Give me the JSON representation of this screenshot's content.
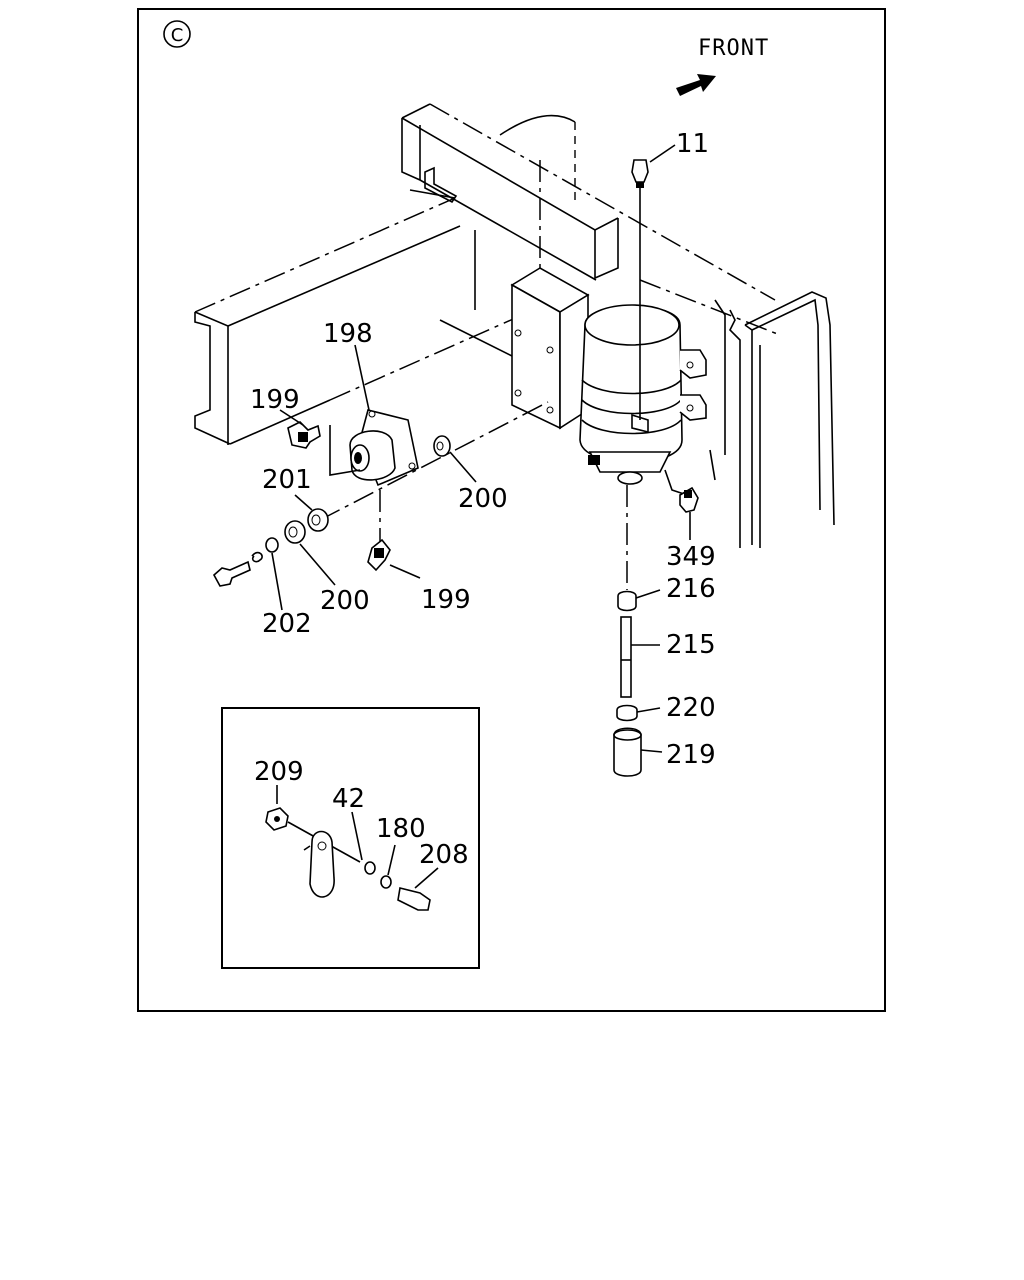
{
  "diagram": {
    "section_mark": "C",
    "orientation_label": "FRONT",
    "callouts": {
      "c11": "11",
      "c198": "198",
      "c199a": "199",
      "c199b": "199",
      "c200a": "200",
      "c200b": "200",
      "c201": "201",
      "c202": "202",
      "c349": "349",
      "c216": "216",
      "c215": "215",
      "c220": "220",
      "c219": "219"
    },
    "inset_callouts": {
      "c209": "209",
      "c42": "42",
      "c180": "180",
      "c208": "208"
    }
  }
}
